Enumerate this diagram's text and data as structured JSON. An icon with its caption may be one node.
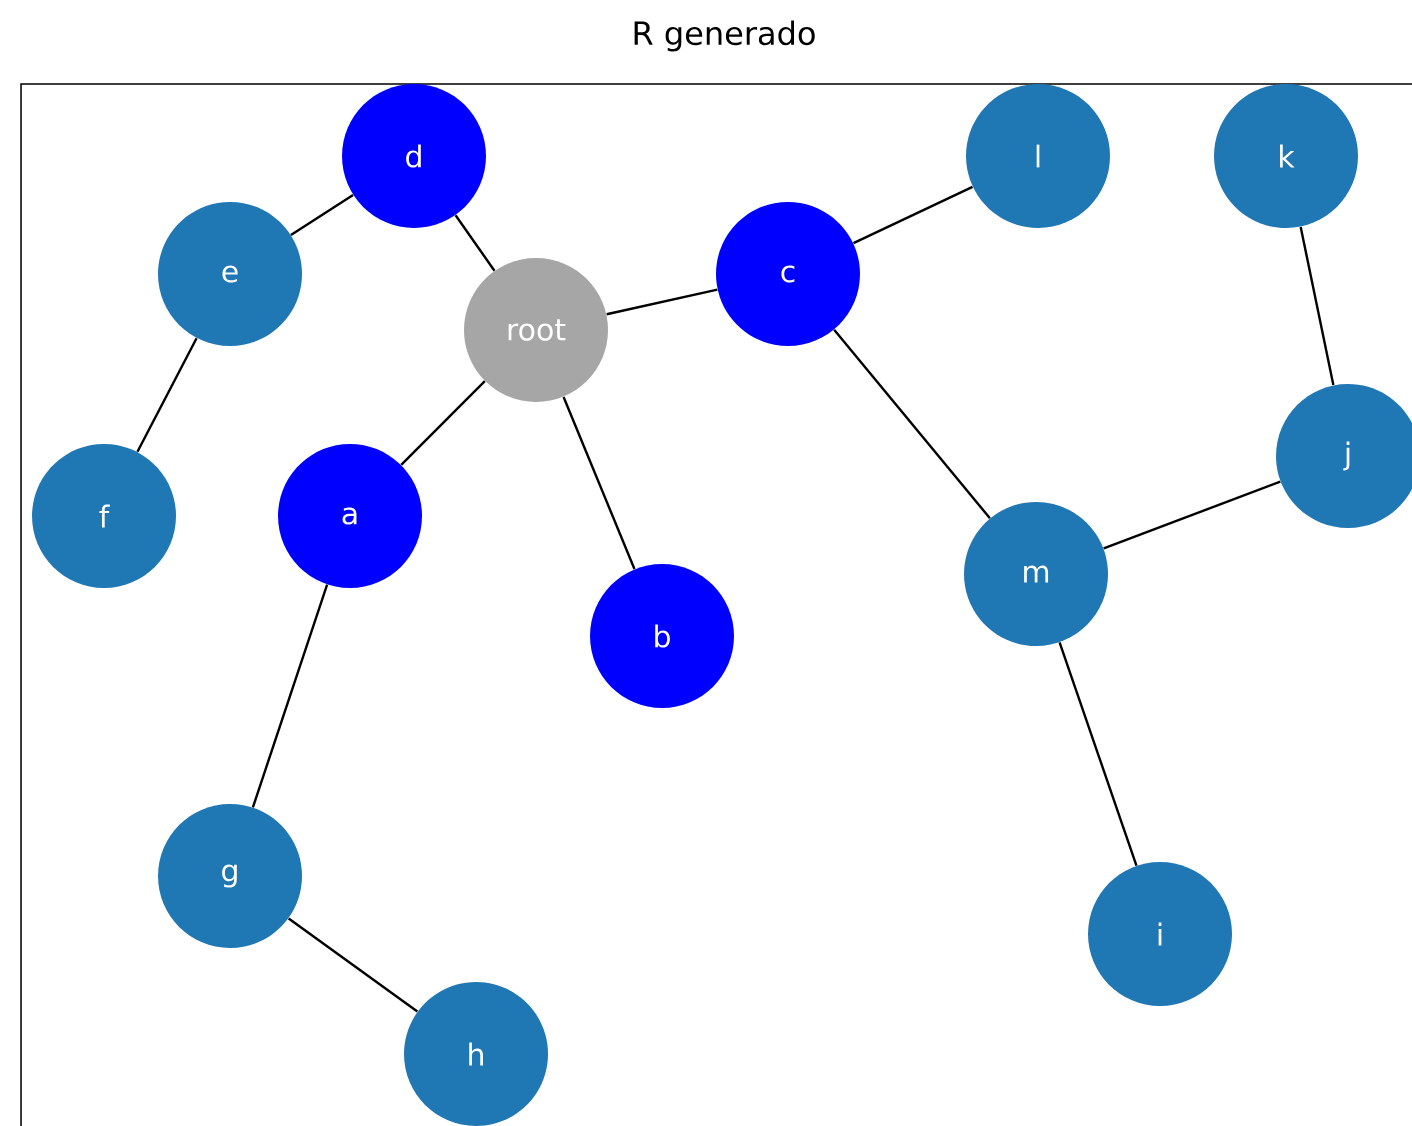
{
  "diagram": {
    "title": "R generado",
    "nodes": [
      {
        "text": [
          "d"
        ]
      },
      {
        "text": [
          "l"
        ]
      },
      {
        "text": [
          "k"
        ]
      },
      {
        "text": [
          "e"
        ]
      },
      {
        "text": [
          "root"
        ]
      },
      {
        "text": [
          "c"
        ]
      },
      {
        "text": [
          "j"
        ]
      },
      {
        "text": [
          "f"
        ]
      },
      {
        "text": [
          "a"
        ]
      },
      {
        "text": [
          "m"
        ]
      },
      {
        "text": [
          "b"
        ]
      },
      {
        "text": [
          "g"
        ]
      },
      {
        "text": [
          "i"
        ]
      },
      {
        "text": [
          "h"
        ]
      }
    ],
    "edges": [
      {
        "from": 4,
        "to": 0,
        "arrow": "none"
      },
      {
        "from": 4,
        "to": 5,
        "arrow": "none"
      },
      {
        "from": 4,
        "to": 8,
        "arrow": "none"
      },
      {
        "from": 4,
        "to": 10,
        "arrow": "none"
      },
      {
        "from": 0,
        "to": 3,
        "arrow": "none"
      },
      {
        "from": 3,
        "to": 7,
        "arrow": "none"
      },
      {
        "from": 8,
        "to": 11,
        "arrow": "none"
      },
      {
        "from": 11,
        "to": 13,
        "arrow": "none"
      },
      {
        "from": 5,
        "to": 1,
        "arrow": "none"
      },
      {
        "from": 5,
        "to": 9,
        "arrow": "none"
      },
      {
        "from": 9,
        "to": 6,
        "arrow": "none"
      },
      {
        "from": 6,
        "to": 2,
        "arrow": "none"
      },
      {
        "from": 9,
        "to": 12,
        "arrow": "none"
      }
    ]
  }
}
